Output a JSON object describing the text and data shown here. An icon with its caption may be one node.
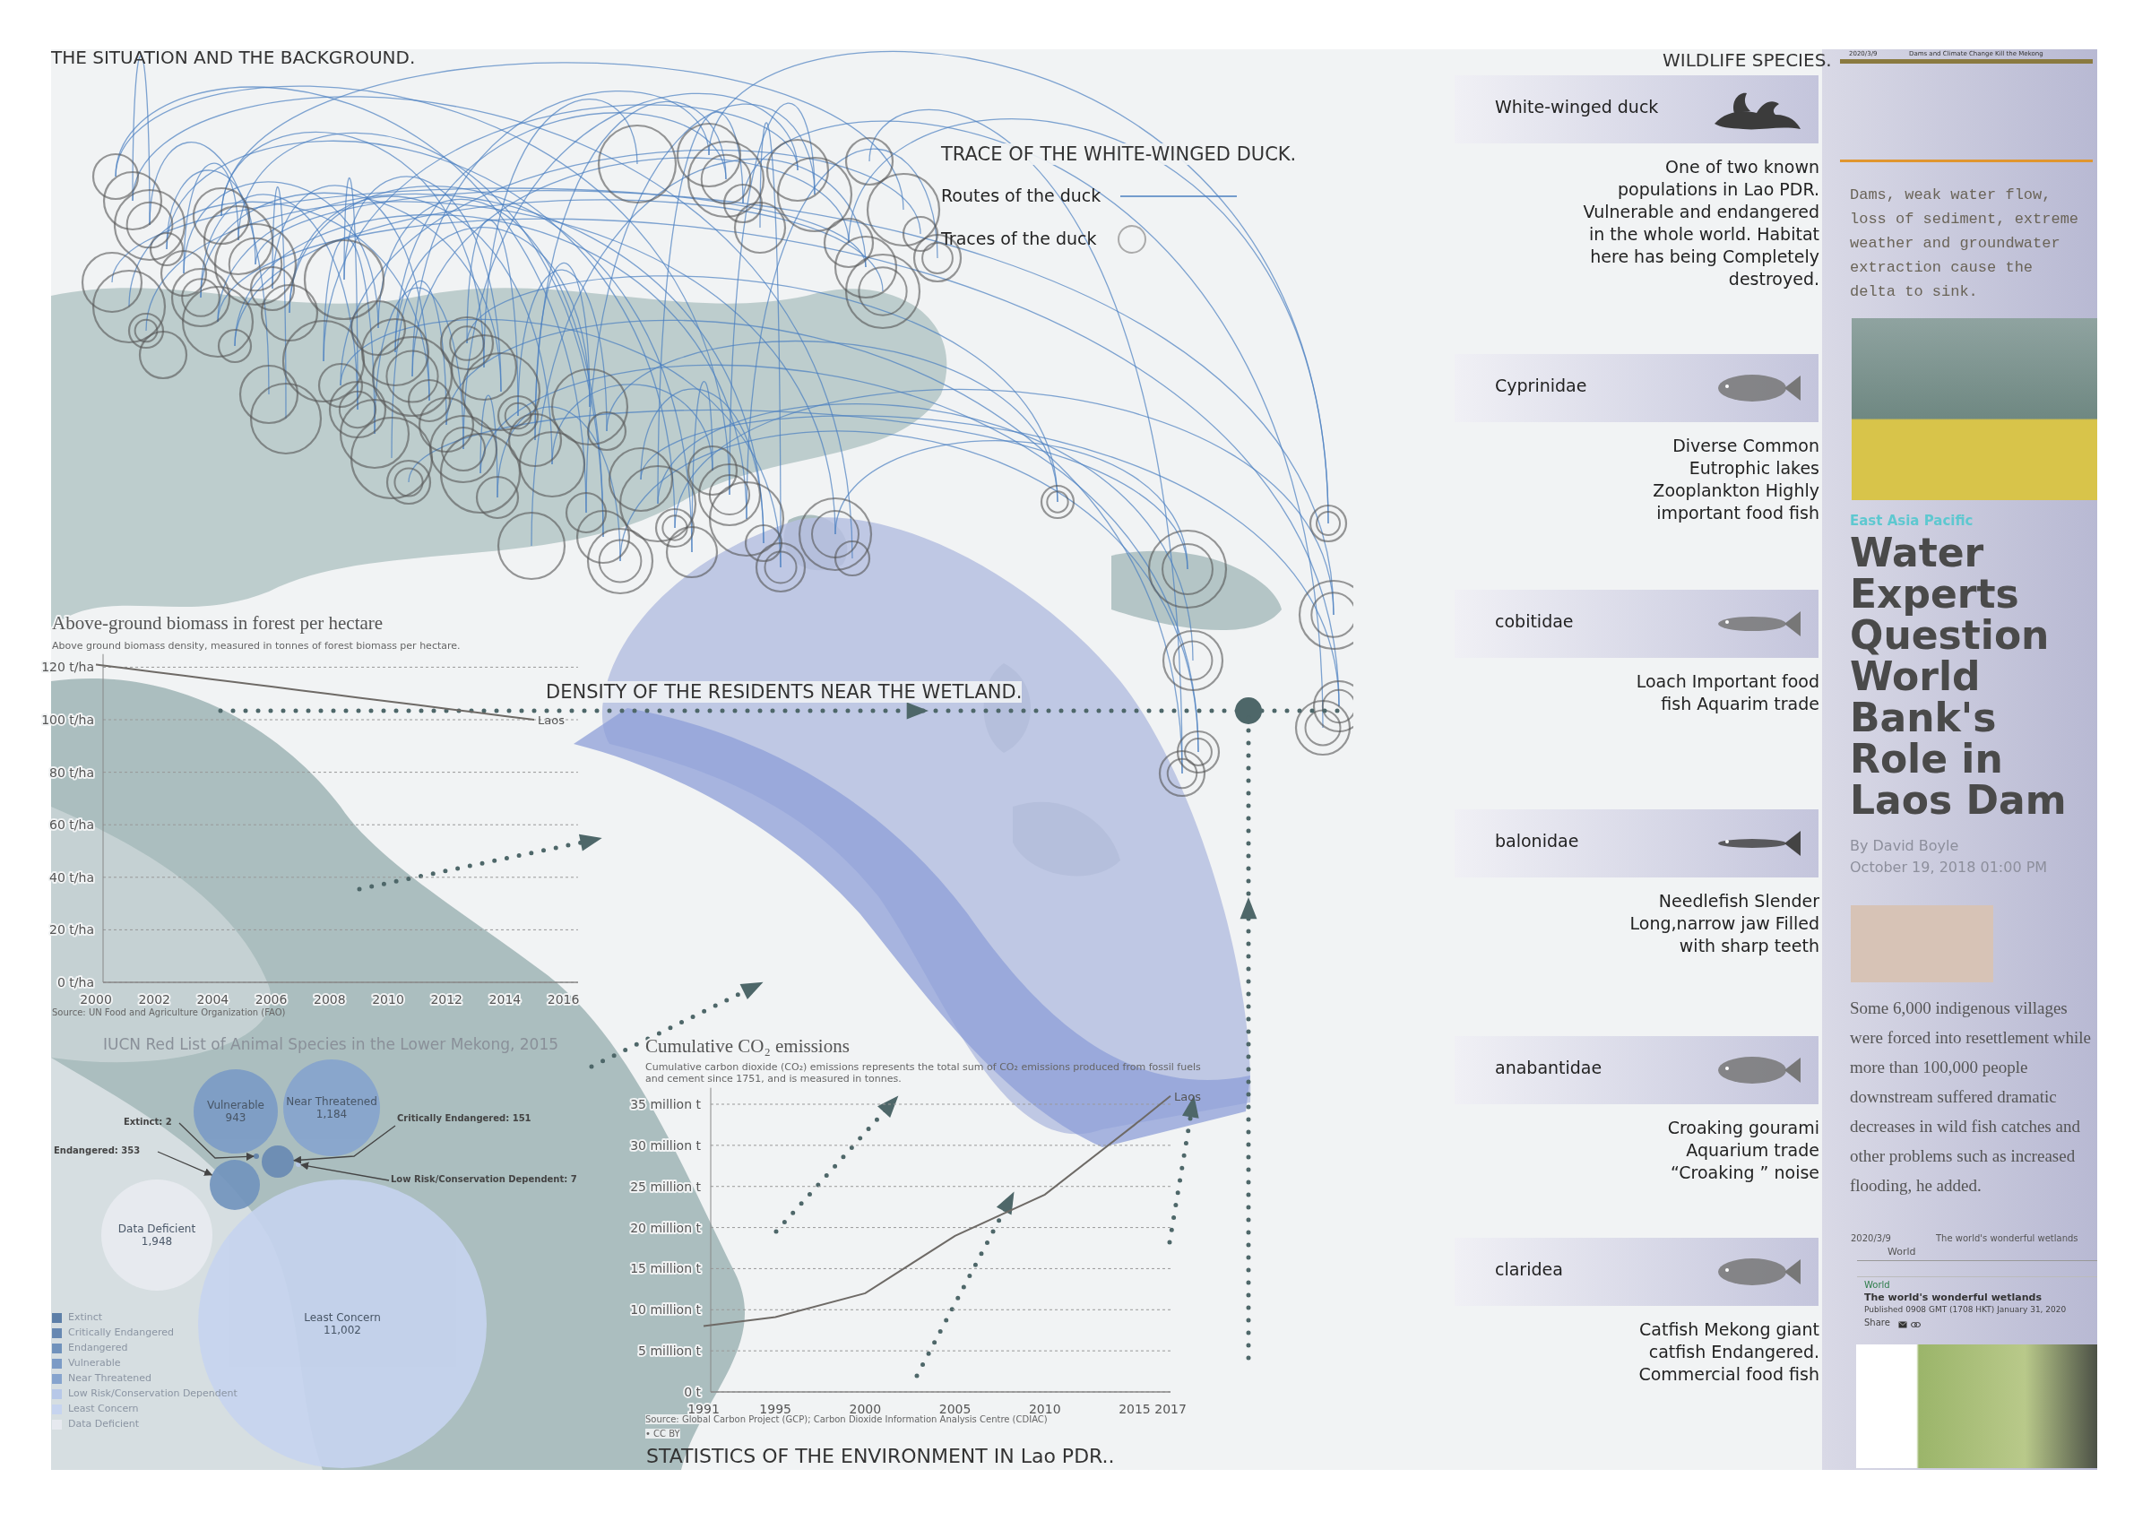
{
  "diagram": {
    "nodes": [
      {
        "text": [
          "White-winged duck"
        ],
        "beside": [
          "One of two known populations in Lao PDR. Vulnerable and endangered in the whole world. Habitat here has being Completely destroyed."
        ]
      },
      {
        "text": [
          "Cyprinidae"
        ],
        "beside": [
          "Diverse Common Eutrophic lakes Zooplankton Highly important food fish"
        ]
      },
      {
        "text": [
          "cobitidae"
        ],
        "beside": [
          "Loach Important food fish Aquarim trade"
        ]
      },
      {
        "text": [
          "balonidae"
        ],
        "beside": [
          "Needlefish Slender Long,narrow jaw Filled with sharp teeth"
        ]
      },
      {
        "text": [
          "anabantidae"
        ],
        "beside": [
          "Croaking gourami Aquarium trade “Croaking ” noise"
        ]
      },
      {
        "text": [
          "claridea"
        ],
        "beside": [
          "Catfish Mekong giant catfish Endangered. Commercial food fish"
        ]
      },
      {
        "text": [
          "Vulnerable",
          "943"
        ]
      },
      {
        "text": [
          "Near Threatened",
          "1,184"
        ]
      },
      {
        "text": [],
        "shape": "circle"
      },
      {
        "text": [],
        "shape": "circle"
      },
      {
        "text": [
          "Data Deficient",
          "1,948"
        ]
      },
      {
        "text": [
          "Least Concern",
          "11,002"
        ]
      },
      {
        "text": [
          "Extinct: 2"
        ]
      },
      {
        "text": [
          "Endangered: 353"
        ]
      },
      {
        "text": [
          "Critically Endangered: 151"
        ]
      },
      {
        "text": [
          "Low Risk/Conservation Dependent: 7"
        ]
      },
      {
        "text": [],
        "shape": "circle"
      },
      {
        "text": [],
        "shape": "circle"
      }
    ],
    "edges": [
      {
        "from": 12,
        "to": 16,
        "arrow": "to"
      },
      {
        "from": 13,
        "to": 9,
        "arrow": "to"
      },
      {
        "from": 14,
        "to": 8,
        "arrow": "to"
      },
      {
        "from": 15,
        "to": 17,
        "arrow": "to"
      }
    ],
    "labels": [
      "THE SITUATION AND THE BACKGROUND.",
      "WILDLIFE SPECIES.",
      "TRACE OF THE WHITE-WINGED DUCK.",
      "DENSITY OF THE RESIDENTS NEAR THE WETLAND.",
      "Above ground biomass density, measured in tonnes of forest biomass per hectare.",
      "Source: UN Food and Agriculture Organization (FAO)",
      "IUCN Red List of Animal Species in the Lower Mekong, 2015",
      "Cumulative carbon dioxide (CO₂) emissions represents the total sum of CO₂ emissions produced from fossil fuels and cement since 1751, and is measured in tonnes.",
      "Source: Global Carbon Project (GCP); Carbon Dioxide Information Analysis Centre (CDIAC)",
      "• CC BY",
      "STATISTICS OF THE ENVIRONMENT IN Lao PDR..",
      "2020/3/9",
      "Dams and Climate Change Kill the Mekong",
      "Dams, weak water flow, loss of sediment, extreme weather and groundwater extraction cause the delta to sink.",
      "East Asia Pacific",
      "Water Experts Question World Bank's Role in Laos Dam",
      "By David Boyle",
      "October 19, 2018 01:00 PM",
      "Some 6,000 indigenous villages were forced into resettlement while more than 100,000 people downstream suffered dramatic decreases in wild fish catches and other problems such as increased flooding, he added.",
      "2020/3/9",
      "The world's wonderful wetlands",
      "World",
      "World",
      "The world's wonderful wetlands",
      "Published 0908 GMT (1708 HKT) January 31, 2020",
      "Share"
    ],
    "legend": [
      {
        "text": "Routes of the duck"
      },
      {
        "text": "Traces of the duck"
      },
      {
        "text": "Extinct",
        "color": "#5d7fa8"
      },
      {
        "text": "Critically Endangered",
        "color": "#6788b2"
      },
      {
        "text": "Endangered",
        "color": "#7092bc"
      },
      {
        "text": "Vulnerable",
        "color": "#7b9bc6"
      },
      {
        "text": "Near Threatened",
        "color": "#86a4ce"
      },
      {
        "text": "Low Risk/Conservation Dependent",
        "color": "#b7c8e8"
      },
      {
        "text": "Least Concern",
        "color": "#c6d4ef"
      },
      {
        "text": "Data Deficient",
        "color": "#e6e9ef"
      }
    ],
    "chart_data": [
      {
        "type": "line",
        "title": "Above-ground biomass in forest per hectare",
        "x": [
          2000,
          2001,
          2002,
          2003,
          2004,
          2005,
          2006,
          2007,
          2008,
          2009,
          2010,
          2011,
          2012,
          2013,
          2014,
          2015
        ],
        "series": [
          {
            "name": "Laos",
            "color": "#6e6a66",
            "values": [
              121,
              119.6,
              118.2,
              116.8,
              115.4,
              114,
              112.6,
              111.2,
              109.8,
              108.4,
              107,
              105.6,
              104.2,
              102.8,
              101.4,
              100
            ]
          }
        ],
        "xticks": [
          2000,
          2002,
          2004,
          2006,
          2008,
          2010,
          2012,
          2014,
          2016
        ],
        "xlim": [
          2000,
          2016.5
        ],
        "ylim": [
          0,
          125
        ],
        "grid": true,
        "yticks": [
          {
            "value": 0,
            "label": "0 t/ha"
          },
          {
            "value": 20,
            "label": "20 t/ha"
          },
          {
            "value": 40,
            "label": "40 t/ha"
          },
          {
            "value": 60,
            "label": "60 t/ha"
          },
          {
            "value": 80,
            "label": "80 t/ha"
          },
          {
            "value": 100,
            "label": "100 t/ha"
          },
          {
            "value": 120,
            "label": "120 t/ha"
          }
        ]
      },
      {
        "type": "line",
        "title": "Cumulative CO₂ emissions",
        "x": [
          1991,
          1995,
          2000,
          2005,
          2010,
          2015,
          2017
        ],
        "series": [
          {
            "name": "Laos",
            "color": "#6e6a66",
            "values": [
              8,
              9.1,
              12,
              19,
              24,
              32.5,
              36
            ]
          }
        ],
        "xticks": [
          1991,
          1995,
          2000,
          2005,
          2010,
          2015,
          2017
        ],
        "xlim": [
          1991,
          2017
        ],
        "ylim": [
          0,
          37
        ],
        "grid": true,
        "yticks": [
          {
            "value": 0,
            "label": "0 t"
          },
          {
            "value": 5,
            "label": "5 million t"
          },
          {
            "value": 10,
            "label": "10 million t"
          },
          {
            "value": 15,
            "label": "15 million t"
          },
          {
            "value": 20,
            "label": "20 million t"
          },
          {
            "value": 25,
            "label": "25 million t"
          },
          {
            "value": 30,
            "label": "30 million t"
          },
          {
            "value": 35,
            "label": "35 million t"
          }
        ]
      }
    ]
  }
}
